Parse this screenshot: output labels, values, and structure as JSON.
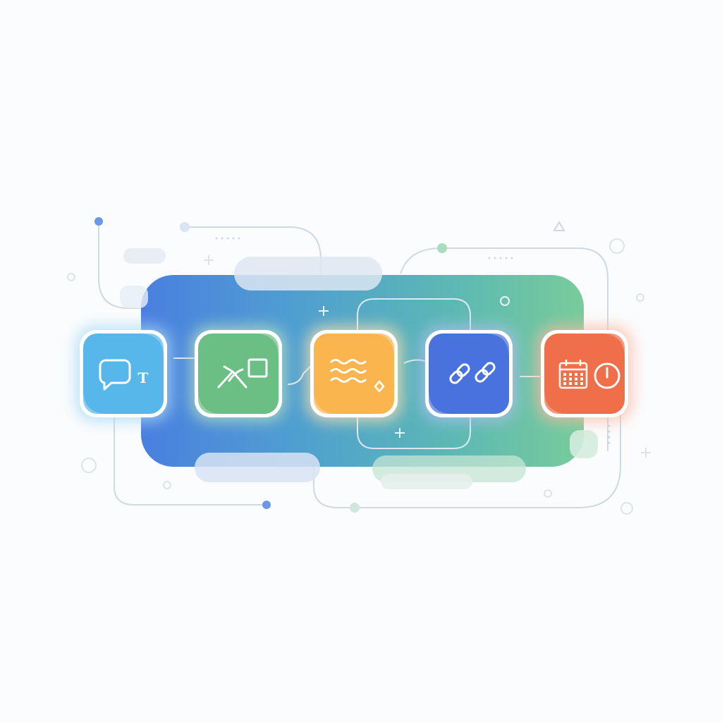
{
  "panel": {
    "gradient": [
      "#4a7fe0",
      "#4f9fd0",
      "#5cb8b4",
      "#78cc9a"
    ]
  },
  "cards": [
    {
      "id": "text",
      "color": "#58b7ea",
      "glow": "#a8d8f4",
      "icons": [
        "speech-bubble-icon",
        "text-t-icon"
      ],
      "glyph": "T"
    },
    {
      "id": "shapes",
      "color": "#6bbf84",
      "glow": "#b7e0c3",
      "icons": [
        "curve-path-icon",
        "square-icon"
      ]
    },
    {
      "id": "waves",
      "color": "#fbb54e",
      "glow": "#fde0b0",
      "icons": [
        "waves-icon",
        "diamond-icon"
      ]
    },
    {
      "id": "links",
      "color": "#4a72de",
      "glow": "#aebff0",
      "icons": [
        "chain-link-icon",
        "chain-link-icon"
      ]
    },
    {
      "id": "schedule",
      "color": "#ef6f4b",
      "glow": "#f8b9a4",
      "icons": [
        "calendar-icon",
        "clock-icon"
      ]
    }
  ],
  "accents": {
    "line": "#c8d4e2",
    "dot_blue": "#6a98e6",
    "dot_green": "#a9dcc0",
    "dot_pale": "#dbe4f2"
  }
}
